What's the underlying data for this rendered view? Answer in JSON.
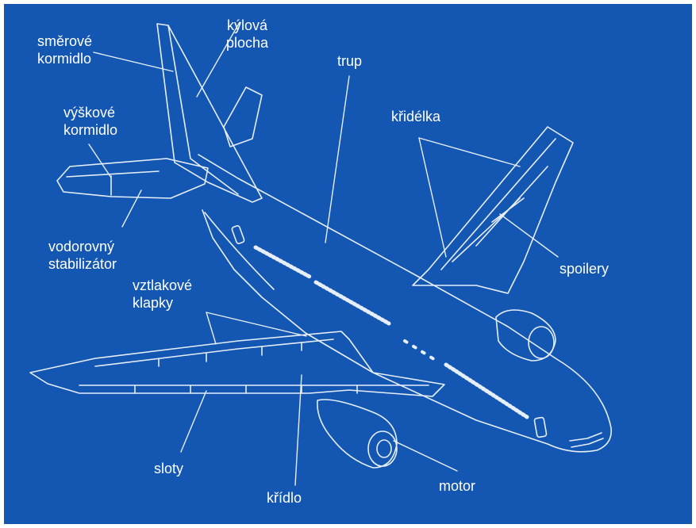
{
  "colors": {
    "background": "#1357b3",
    "lines": "#e6eef9",
    "text": "#ffffff"
  },
  "labels": {
    "rudder": [
      "směrové",
      "kormidlo"
    ],
    "fin": [
      "kýlová",
      "plocha"
    ],
    "fuselage": "trup",
    "ailerons": "křidélka",
    "elevator": [
      "výškové",
      "kormidlo"
    ],
    "stabilizer": [
      "vodorovný",
      "stabilizátor"
    ],
    "spoilers": "spoilery",
    "flaps": [
      "vztlakové",
      "klapky"
    ],
    "slats": "sloty",
    "wing": "křídlo",
    "engine": "motor"
  }
}
